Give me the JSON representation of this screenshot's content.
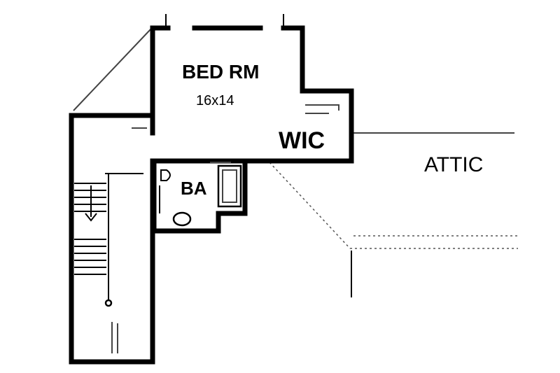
{
  "rooms": {
    "bedroom": {
      "name": "BED RM",
      "dimensions": "16x14"
    },
    "closet": {
      "name": "WIC"
    },
    "bath": {
      "name": "BA"
    },
    "attic": {
      "name": "ATTIC"
    }
  }
}
